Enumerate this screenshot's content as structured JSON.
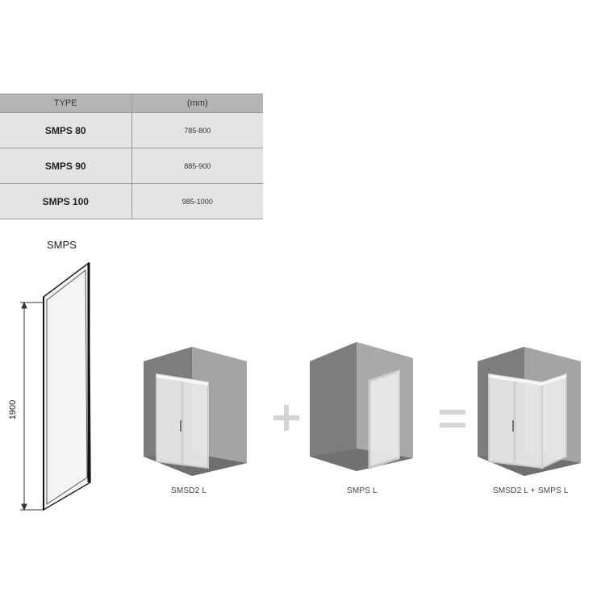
{
  "table": {
    "headers": [
      "TYPE",
      "(mm)"
    ],
    "rows": [
      {
        "type": "SMPS 80",
        "range": "785-800"
      },
      {
        "type": "SMPS 90",
        "range": "885-900"
      },
      {
        "type": "SMPS 100",
        "range": "985-1000"
      }
    ]
  },
  "panel": {
    "title": "SMPS",
    "height_label": "1900"
  },
  "combination": {
    "items": [
      {
        "caption": "SMSD2 L"
      },
      {
        "caption": "SMPS L"
      },
      {
        "caption": "SMSD2 L + SMPS L"
      }
    ],
    "plus": "+",
    "equals": "="
  },
  "colors": {
    "table_header": "#b5b5b5",
    "table_row": "#e4e4e4",
    "wall_front": "#a8a8aa",
    "wall_inner": "#8a8a8c",
    "frame": "#d9d9d9",
    "glass": "#ececec"
  }
}
